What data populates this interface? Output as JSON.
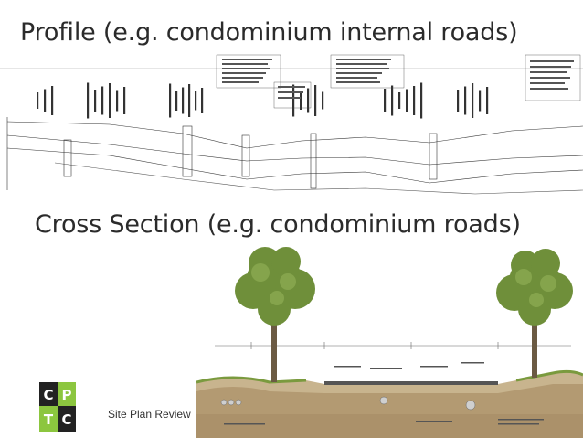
{
  "slide": {
    "title_profile": "Profile (e.g. condominium internal roads)",
    "title_cross_section": "Cross Section (e.g. condominium roads)",
    "footer_text": "Site Plan Review"
  },
  "logo": {
    "letters": [
      "C",
      "P",
      "T",
      "C"
    ]
  },
  "colors": {
    "text": "#2b2b2b",
    "logo_dark": "#222222",
    "logo_green": "#8cc63f",
    "tree_green": "#6f8f3a",
    "soil": "#b9a27c"
  }
}
